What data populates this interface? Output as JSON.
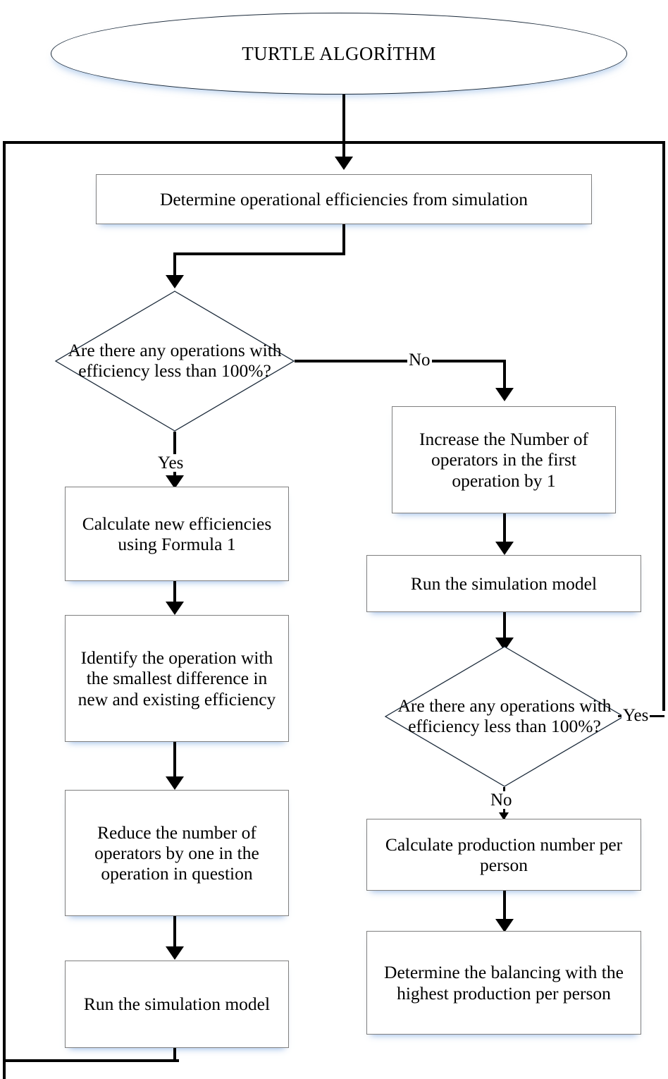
{
  "diagram": {
    "title": "TURTLE ALGORİTHM",
    "type": "flowchart",
    "start": {
      "label": "TURTLE ALGORİTHM",
      "shape": "ellipse"
    },
    "nodes": [
      {
        "id": "determine-efficiencies",
        "shape": "process",
        "label": "Determine operational efficiencies from simulation"
      },
      {
        "id": "decision-efficiency-1",
        "shape": "decision",
        "label": "Are there any operations with efficiency less than 100%?"
      },
      {
        "id": "calculate-new-efficiencies",
        "shape": "process",
        "label": "Calculate new efficiencies using Formula 1"
      },
      {
        "id": "identify-operation",
        "shape": "process",
        "label": "Identify the operation with the smallest difference in new and existing efficiency"
      },
      {
        "id": "reduce-operators",
        "shape": "process",
        "label": "Reduce the number of operators by one in the operation in question"
      },
      {
        "id": "run-simulation-left",
        "shape": "process",
        "label": "Run the simulation model"
      },
      {
        "id": "increase-operators",
        "shape": "process",
        "label": "Increase the Number of operators in the first operation by 1"
      },
      {
        "id": "run-simulation-right",
        "shape": "process",
        "label": "Run the simulation model"
      },
      {
        "id": "decision-efficiency-2",
        "shape": "decision",
        "label": "Are there any operations with efficiency less than 100%?"
      },
      {
        "id": "calculate-production",
        "shape": "process",
        "label": "Calculate production number per person"
      },
      {
        "id": "determine-balancing",
        "shape": "process",
        "label": "Determine the balancing with the highest production per person"
      }
    ],
    "edge_labels": {
      "decision1_no": "No",
      "decision1_yes": "Yes",
      "decision2_yes": "Yes",
      "decision2_no": "No"
    },
    "colors": {
      "shape_border": "#7f7f7f",
      "terminator_border": "#1b2a3a",
      "connector": "#000000",
      "shadow_glow": "#c6dcf5",
      "background": "#ffffff",
      "text": "#000000"
    }
  }
}
